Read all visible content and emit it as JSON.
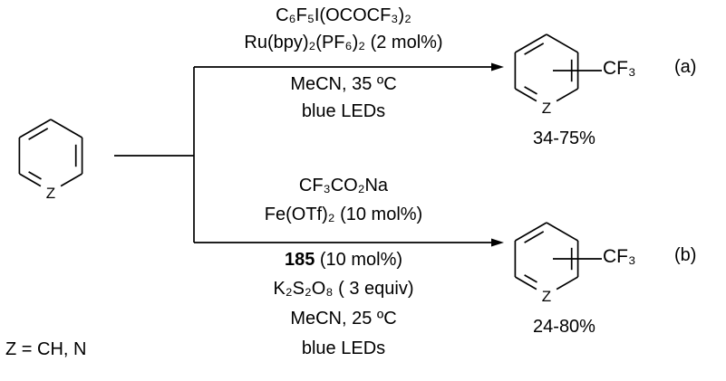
{
  "scheme": {
    "substrate": {
      "z_label": "Z"
    },
    "footnote": "Z = CH, N",
    "branch_a": {
      "above": [
        "C₆F₅I(OCOCF₃)₂",
        "Ru(bpy)₂(PF₆)₂ (2 mol%)"
      ],
      "below": [
        "MeCN, 35 ºC",
        "blue LEDs"
      ],
      "label": "(a)",
      "yield": "34-75%",
      "product_substituent": "CF₃",
      "z_label": "Z"
    },
    "branch_b": {
      "above": [
        "CF₃CO₂Na",
        "Fe(OTf)₂ (10 mol%)"
      ],
      "catalyst_bold": "185",
      "catalyst_rest": " (10 mol%)",
      "below": [
        "K₂S₂O₈ ( 3 equiv)",
        "MeCN, 25 ºC",
        "blue LEDs"
      ],
      "label": "(b)",
      "yield": "24-80%",
      "product_substituent": "CF₃",
      "z_label": "Z"
    }
  }
}
